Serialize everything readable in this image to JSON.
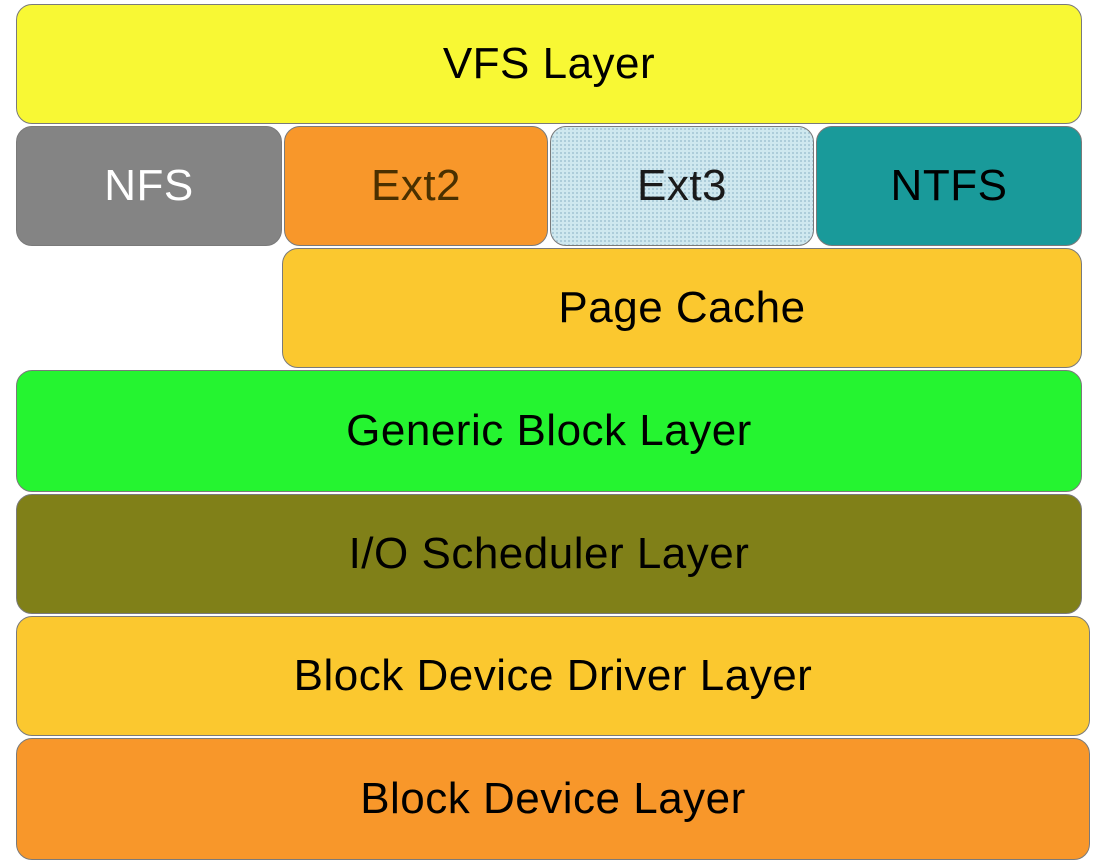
{
  "diagram": {
    "layers": {
      "vfs": {
        "label": "VFS Layer",
        "color": "#f8f834"
      },
      "filesystems": [
        {
          "label": "NFS",
          "color": "#848484"
        },
        {
          "label": "Ext2",
          "color": "#f8972a"
        },
        {
          "label": "Ext3",
          "color": "#cfe8ef"
        },
        {
          "label": "NTFS",
          "color": "#199a9a"
        }
      ],
      "page_cache": {
        "label": "Page Cache",
        "color": "#fbc82f"
      },
      "generic_block": {
        "label": "Generic Block Layer",
        "color": "#25f430"
      },
      "io_scheduler": {
        "label": "I/O Scheduler Layer",
        "color": "#808018"
      },
      "block_device_driver": {
        "label": "Block Device Driver Layer",
        "color": "#fbc82f"
      },
      "block_device": {
        "label": "Block Device Layer",
        "color": "#f8972a"
      }
    }
  }
}
